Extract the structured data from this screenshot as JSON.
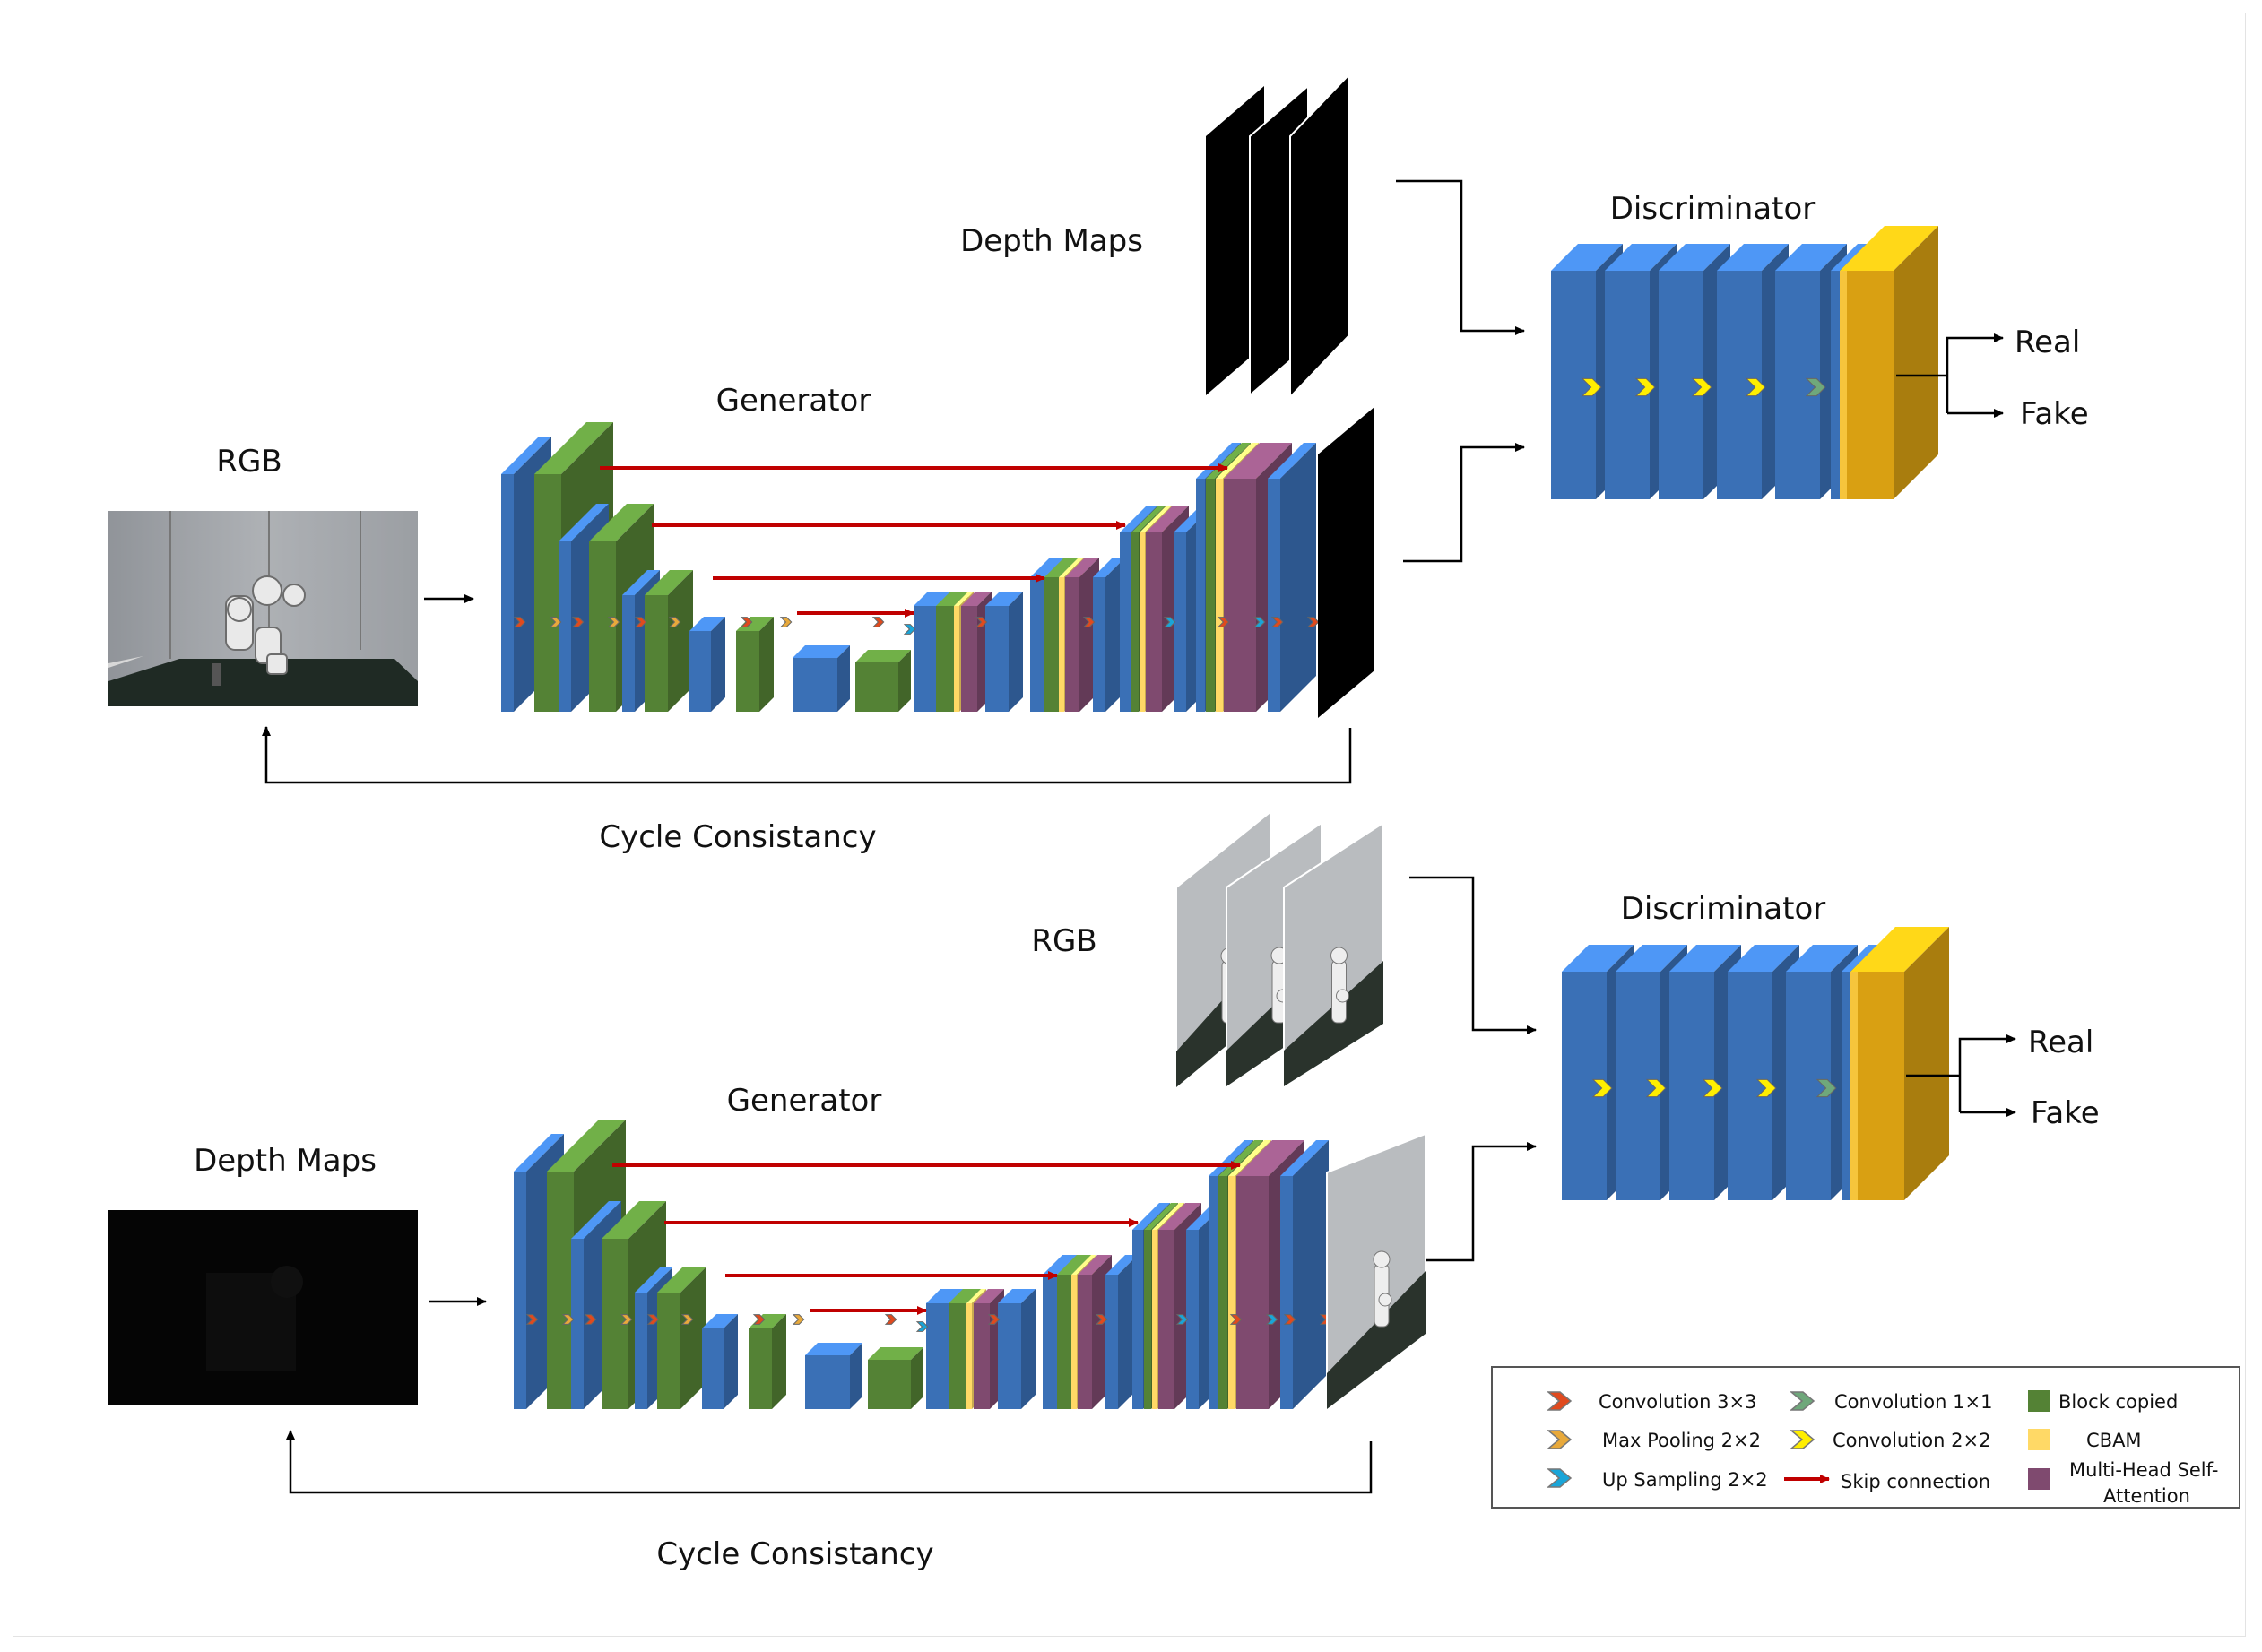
{
  "top": {
    "rgb_label": "RGB",
    "depth_label": "Depth Maps",
    "generator_label": "Generator",
    "discriminator_label": "Discriminator",
    "real_label": "Real",
    "fake_label": "Fake",
    "cycle_label": "Cycle Consistancy"
  },
  "bottom": {
    "depth_label": "Depth Maps",
    "rgb_label": "RGB",
    "generator_label": "Generator",
    "discriminator_label": "Discriminator",
    "real_label": "Real",
    "fake_label": "Fake",
    "cycle_label": "Cycle Consistancy"
  },
  "legend": {
    "conv3": "Convolution 3×3",
    "maxpool": "Max Pooling 2×2",
    "upsample": "Up Sampling 2×2",
    "conv1": "Convolution 1×1",
    "conv2": "Convolution 2×2",
    "skip": "Skip connection",
    "block_copied": "Block copied",
    "cbam": "CBAM",
    "mhsa_line1": "Multi-Head Self-",
    "mhsa_line2": "Attention"
  },
  "colors": {
    "conv_block": "#3a70b6",
    "copied_block": "#548235",
    "cbam": "#ffd966",
    "attention": "#7f4a6f",
    "disc_out": "#d9a012",
    "skip": "#c00000",
    "conv3_chevron": "#e04a1e",
    "maxpool_chevron": "#e8a93b",
    "upsample_chevron": "#1aa5d8",
    "conv1_chevron": "#6fa87b",
    "conv2_chevron": "#ffee00"
  }
}
